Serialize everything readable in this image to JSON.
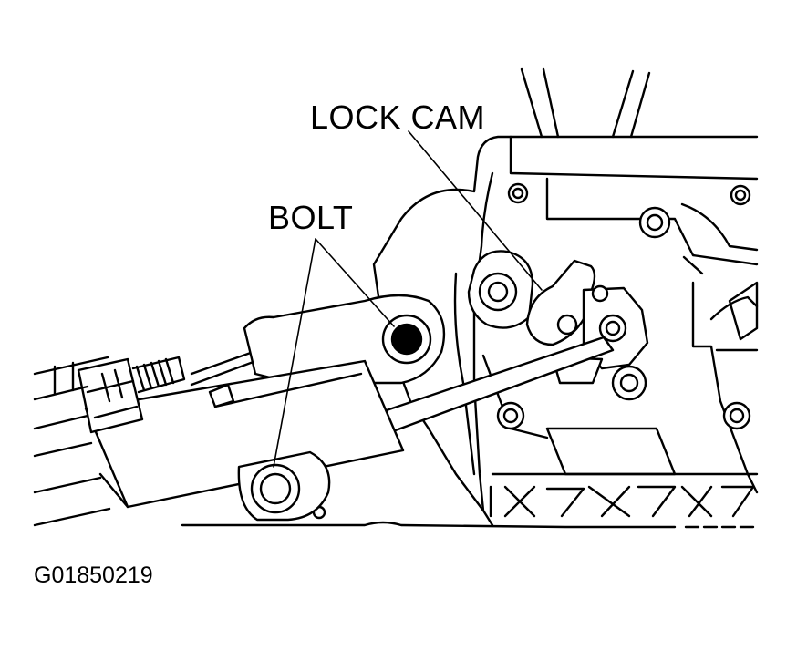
{
  "labels": {
    "lock_cam": "LOCK CAM",
    "bolt": "BOLT",
    "figure_code": "G01850219"
  },
  "colors": {
    "ink": "#000000",
    "background": "#ffffff"
  }
}
